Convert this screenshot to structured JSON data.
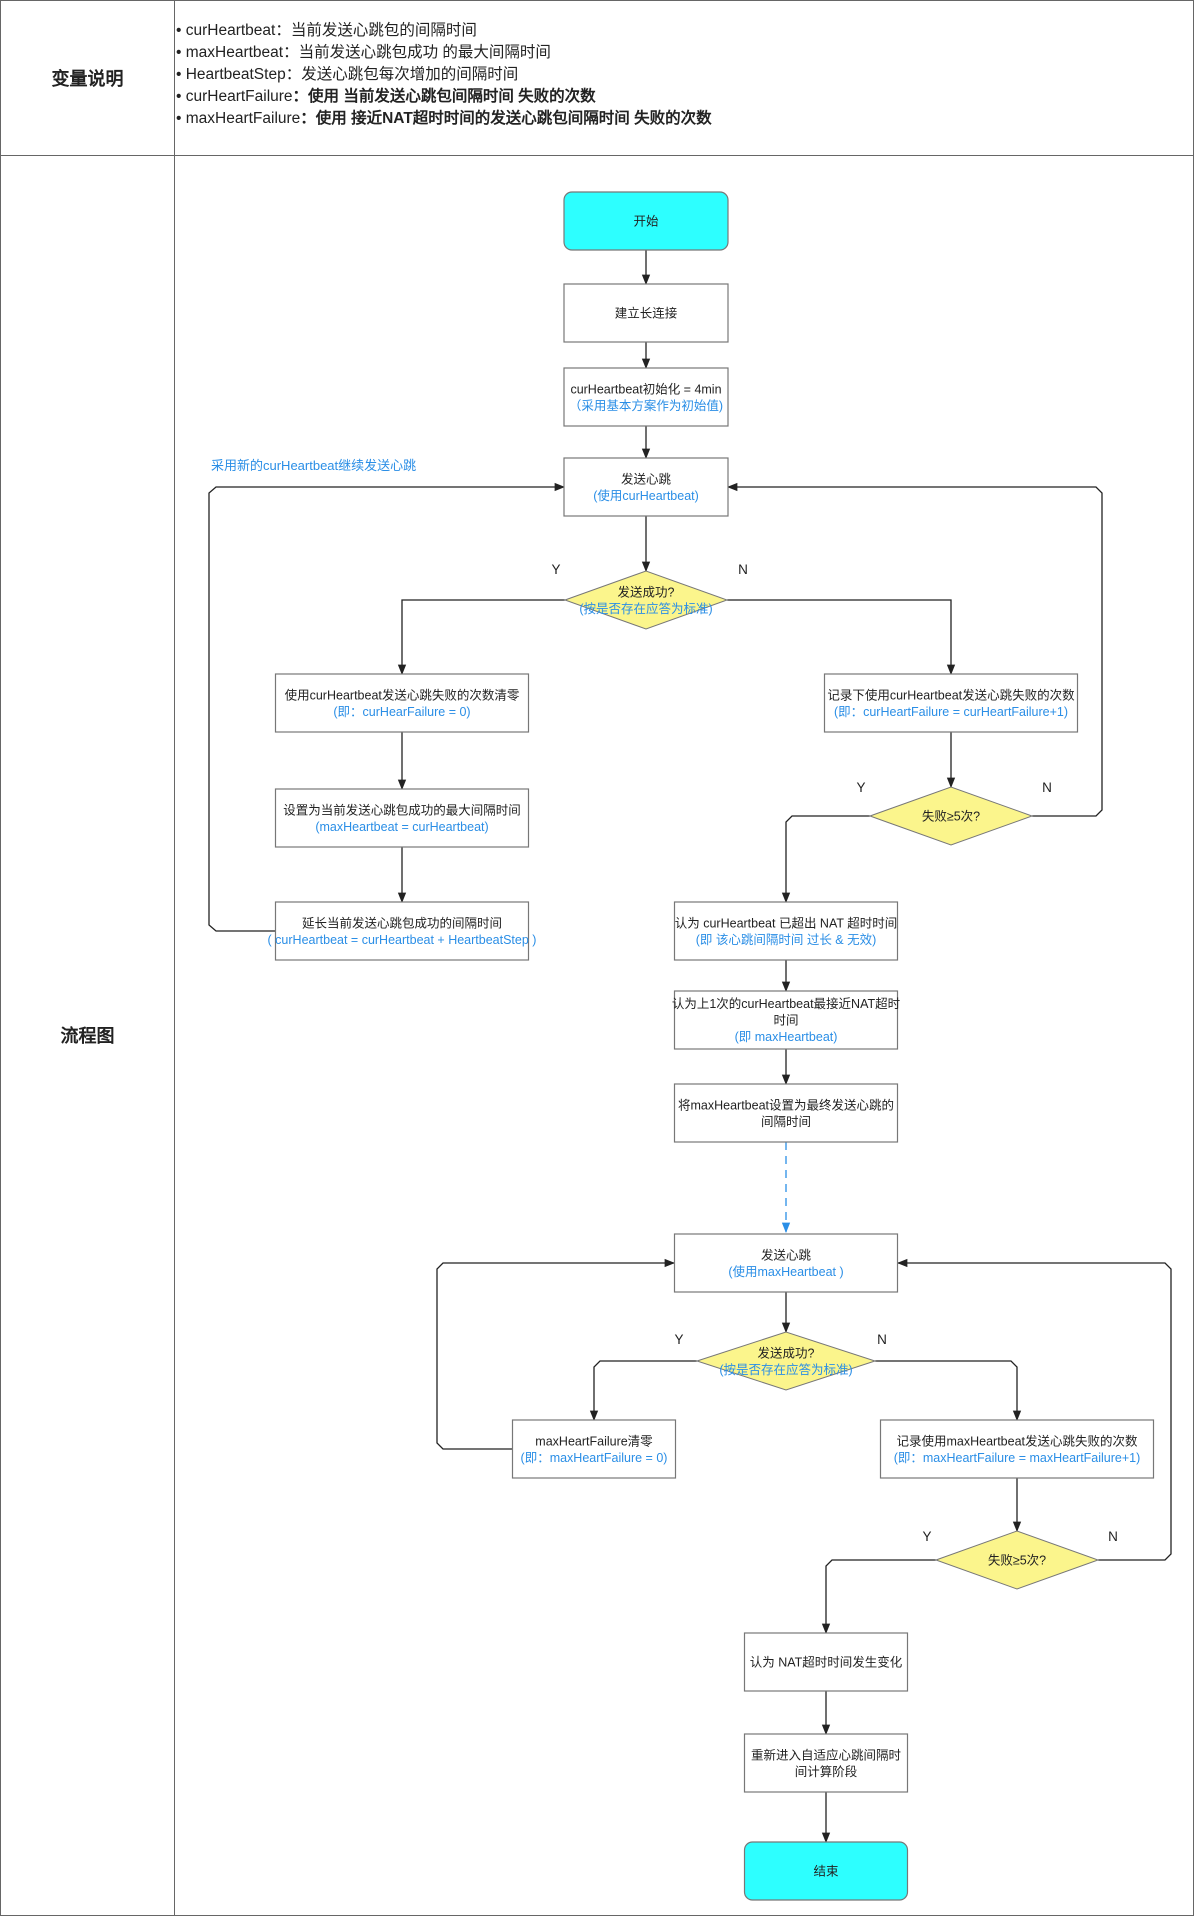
{
  "table": {
    "variables_header": "变量说明",
    "flowchart_header": "流程图"
  },
  "variables": [
    {
      "name": "curHeartbeat",
      "desc": "：当前发送心跳包的间隔时间",
      "bold": false
    },
    {
      "name": "maxHeartbeat",
      "desc": "：当前发送心跳包成功 的最大间隔时间",
      "bold": false
    },
    {
      "name": "HeartbeatStep",
      "desc": "：发送心跳包每次增加的间隔时间",
      "bold": false
    },
    {
      "name": "curHeartFailure",
      "desc": "：使用 当前发送心跳包间隔时间 失败的次数",
      "bold": true
    },
    {
      "name": "maxHeartFailure",
      "desc": "：使用 接近NAT超时时间的发送心跳包间隔时间 失败的次数",
      "bold": true
    }
  ],
  "flowchart": {
    "start": {
      "line1": "开始"
    },
    "connect": {
      "line1": "建立长连接"
    },
    "init": {
      "line1": "curHeartbeat初始化 = 4min",
      "line2": "（采用基本方案作为初始值)"
    },
    "send1": {
      "line1": "发送心跳",
      "line2": "(使用curHeartbeat)"
    },
    "dec1": {
      "line1": "发送成功?",
      "line2": "(按是否存在应答为标准)"
    },
    "reset_fail": {
      "line1": "使用curHeartbeat发送心跳失败的次数清零",
      "line2": "(即：curHearFailure = 0)"
    },
    "set_max": {
      "line1": "设置为当前发送心跳包成功的最大间隔时间",
      "line2": "(maxHeartbeat = curHeartbeat)"
    },
    "extend": {
      "line1": "延长当前发送心跳包成功的间隔时间",
      "line2": "( curHeartbeat = curHeartbeat + HeartbeatStep )"
    },
    "record_fail": {
      "line1": "记录下使用curHeartbeat发送心跳失败的次数",
      "line2": "(即：curHeartFailure = curHeartFailure+1)"
    },
    "dec2": {
      "line1": "失败≥5次?"
    },
    "exceed": {
      "line1": "认为 curHeartbeat 已超出 NAT 超时时间",
      "line2": "(即 该心跳间隔时间 过长 & 无效)"
    },
    "closest": {
      "line1": "认为上1次的curHeartbeat最接近NAT超时",
      "line2": "时间",
      "line3": "(即 maxHeartbeat)"
    },
    "set_final": {
      "line1": "将maxHeartbeat设置为最终发送心跳的",
      "line2": "间隔时间"
    },
    "send2": {
      "line1": "发送心跳",
      "line2": "(使用maxHeartbeat )"
    },
    "dec3": {
      "line1": "发送成功?",
      "line2": "(按是否存在应答为标准)"
    },
    "max_reset": {
      "line1": "maxHeartFailure清零",
      "line2": "(即：maxHeartFailure = 0)"
    },
    "max_record": {
      "line1": "记录使用maxHeartbeat发送心跳失败的次数",
      "line2": "(即：maxHeartFailure = maxHeartFailure+1)"
    },
    "dec4": {
      "line1": "失败≥5次?"
    },
    "nat_change": {
      "line1": "认为 NAT超时时间发生变化"
    },
    "reenter": {
      "line1": "重新进入自适应心跳间隔时",
      "line2": "间计算阶段"
    },
    "end": {
      "line1": "结束"
    },
    "loop_note": "采用新的curHeartbeat继续发送心跳",
    "yes": "Y",
    "no": "N"
  },
  "colors": {
    "terminal_fill": "#2dffff",
    "decision_fill": "#fbf58c",
    "blue_text": "#2a8ee6",
    "border": "#666666"
  }
}
